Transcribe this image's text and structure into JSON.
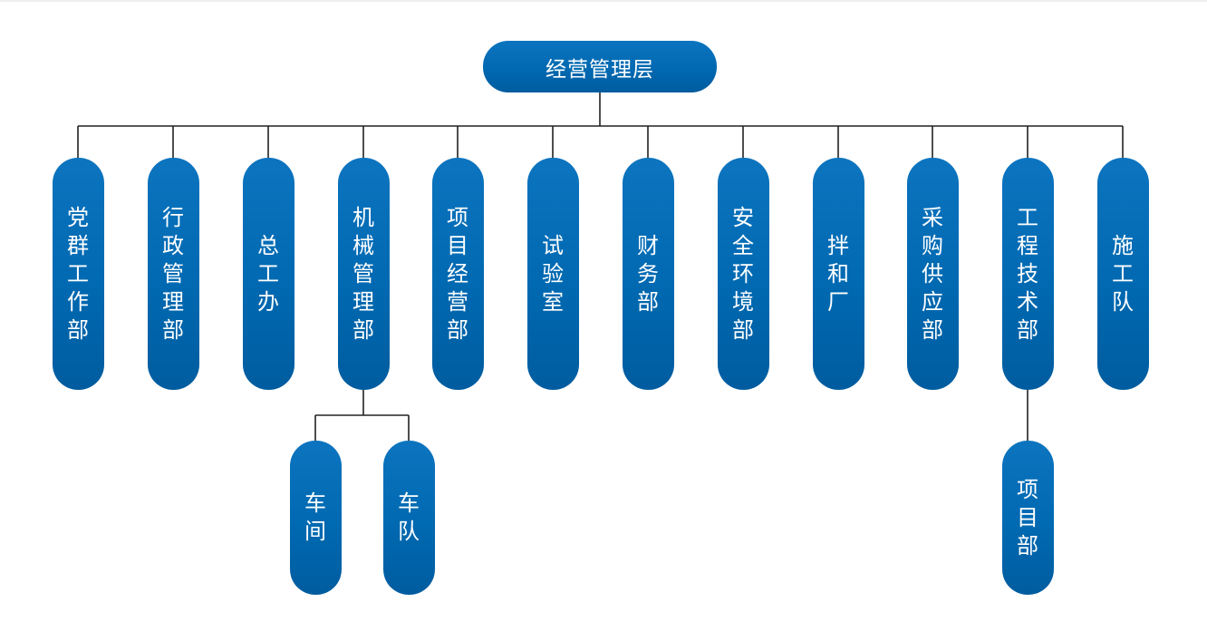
{
  "diagram": {
    "root": {
      "label": "经营管理层"
    },
    "departments": [
      {
        "id": "party",
        "label": "党群工作部"
      },
      {
        "id": "admin",
        "label": "行政管理部"
      },
      {
        "id": "general-office",
        "label": "总工办"
      },
      {
        "id": "machinery",
        "label": "机械管理部"
      },
      {
        "id": "project-ops",
        "label": "项目经营部"
      },
      {
        "id": "lab",
        "label": "试验室"
      },
      {
        "id": "finance",
        "label": "财务部"
      },
      {
        "id": "safety",
        "label": "安全环境部"
      },
      {
        "id": "mixing",
        "label": "拌和厂"
      },
      {
        "id": "procurement",
        "label": "采购供应部"
      },
      {
        "id": "engineering",
        "label": "工程技术部"
      },
      {
        "id": "construction",
        "label": "施工队"
      }
    ],
    "sub_units": [
      {
        "id": "workshop",
        "parent": "machinery",
        "label": "车间"
      },
      {
        "id": "fleet",
        "parent": "machinery",
        "label": "车队"
      },
      {
        "id": "project-dept",
        "parent": "engineering",
        "label": "项目部"
      }
    ],
    "colors": {
      "node_fill": "#0069b1",
      "node_text": "#ffffff",
      "line": "#222222",
      "background": "#ffffff"
    }
  }
}
